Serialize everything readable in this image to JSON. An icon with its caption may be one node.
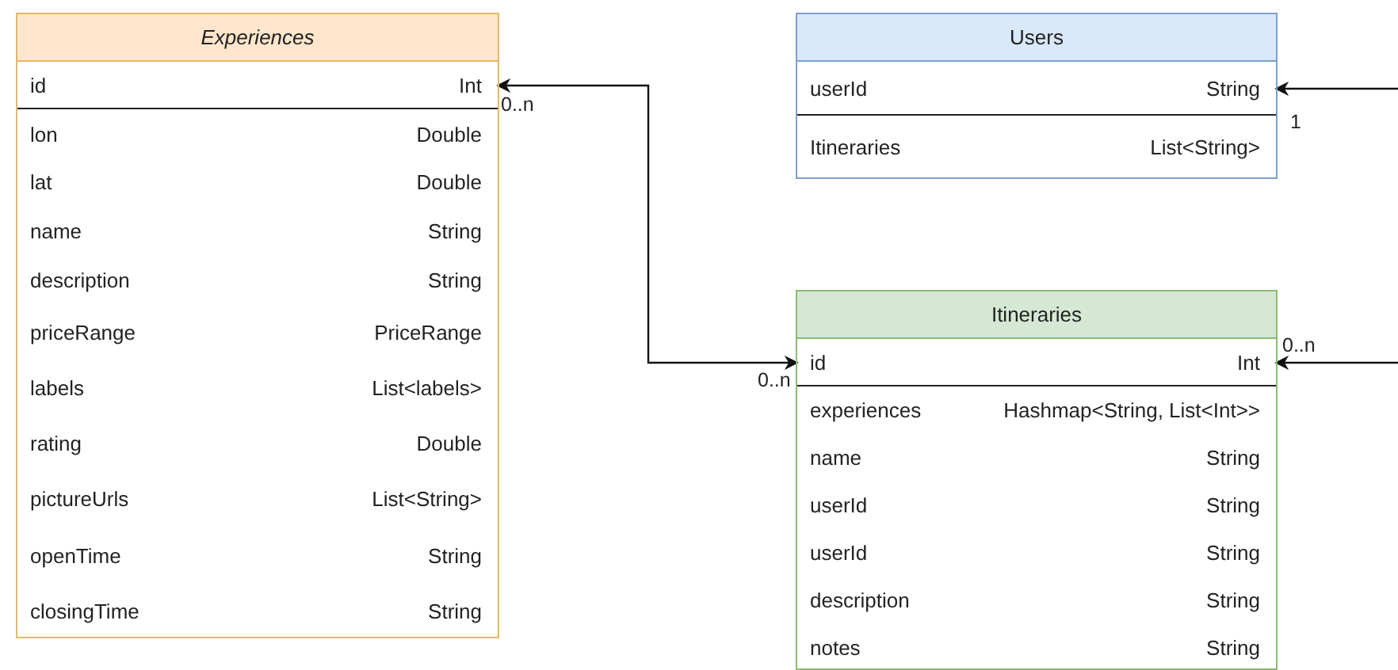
{
  "diagram": {
    "nodes": [
      {
        "text": [
          "Experiences"
        ]
      },
      {
        "text": [
          "id",
          "Int"
        ],
        "in": 0,
        "beside": [
          "0..n"
        ]
      },
      {
        "text": [
          "lon",
          "Double"
        ],
        "in": 0
      },
      {
        "text": [
          "lat",
          "Double"
        ],
        "in": 0
      },
      {
        "text": [
          "name",
          "String"
        ],
        "in": 0
      },
      {
        "text": [
          "description",
          "String"
        ],
        "in": 0
      },
      {
        "text": [
          "priceRange",
          "PriceRange"
        ],
        "in": 0
      },
      {
        "text": [
          "labels",
          "List<labels>"
        ],
        "in": 0
      },
      {
        "text": [
          "rating",
          "Double"
        ],
        "in": 0
      },
      {
        "text": [
          "pictureUrls",
          "List<String>"
        ],
        "in": 0
      },
      {
        "text": [
          "openTime",
          "String"
        ],
        "in": 0
      },
      {
        "text": [
          "closingTime",
          "String"
        ],
        "in": 0
      },
      {
        "text": [
          "Users"
        ]
      },
      {
        "text": [
          "userId",
          "String"
        ],
        "in": 12,
        "beside": [
          "1"
        ]
      },
      {
        "text": [
          "Itineraries",
          "List<String>"
        ],
        "in": 12
      },
      {
        "text": [
          "Itineraries"
        ]
      },
      {
        "text": [
          "id",
          "Int"
        ],
        "in": 15,
        "beside": [
          "0..n",
          "0..n"
        ]
      },
      {
        "text": [
          "experiences",
          "Hashmap<String, List<Int>>"
        ],
        "in": 15
      },
      {
        "text": [
          "name",
          "String"
        ],
        "in": 15
      },
      {
        "text": [
          "userId",
          "String"
        ],
        "in": 15
      },
      {
        "text": [
          "userId",
          "String"
        ],
        "in": 15
      },
      {
        "text": [
          "description",
          "String"
        ],
        "in": 15
      },
      {
        "text": [
          "notes",
          "String"
        ],
        "in": 15
      }
    ],
    "edges": [
      {
        "from": 16,
        "to": 1,
        "arrow": "both"
      },
      {
        "from": null,
        "to": 13,
        "arrow": "to"
      },
      {
        "from": null,
        "to": 16,
        "arrow": "to"
      }
    ]
  }
}
